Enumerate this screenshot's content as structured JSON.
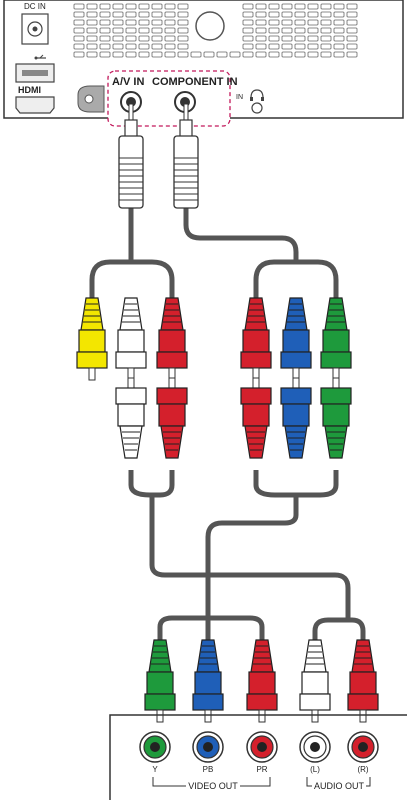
{
  "tv_panel": {
    "dc_in_label": "DC IN",
    "usb_icon": "usb-icon",
    "hdmi_label": "HDMI",
    "av_in_label": "A/V IN",
    "component_in_label": "COMPONENT IN",
    "in_label": "IN",
    "headphone_icon": "headphone-icon"
  },
  "device_panel": {
    "ports": [
      {
        "label": "Y",
        "color": "#1e9a3c"
      },
      {
        "label": "PB",
        "color": "#1f5fb8"
      },
      {
        "label": "PR",
        "color": "#d4202c"
      },
      {
        "label": "(L)",
        "color": "#ffffff"
      },
      {
        "label": "(R)",
        "color": "#d4202c"
      }
    ],
    "video_out_label": "VIDEO OUT",
    "audio_out_label": "AUDIO OUT"
  },
  "colors": {
    "yellow": "#f3e600",
    "white": "#ffffff",
    "red": "#d4202c",
    "green": "#1e9a3c",
    "blue": "#1f5fb8",
    "cable": "#555555",
    "highlight": "#c2185b"
  }
}
